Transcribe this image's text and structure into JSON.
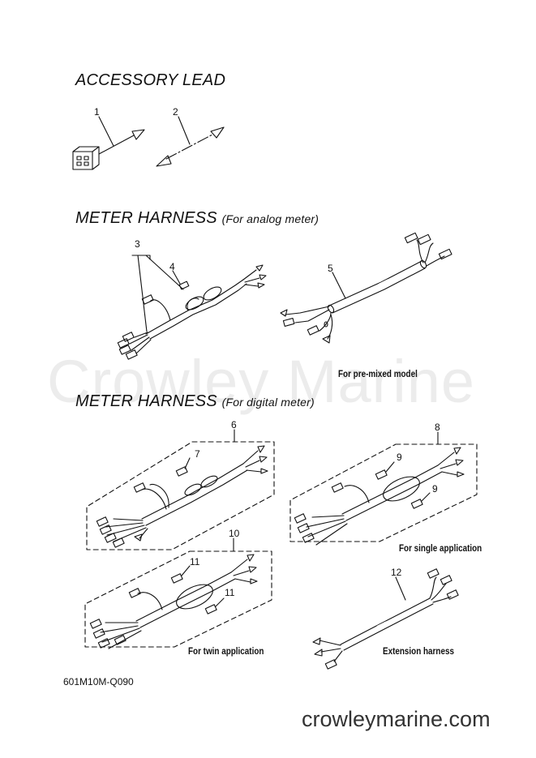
{
  "sections": {
    "accessory": "ACCESSORY LEAD",
    "analog_main": "METER HARNESS",
    "analog_sub": "(For analog meter)",
    "digital_main": "METER HARNESS",
    "digital_sub": "(For digital meter)"
  },
  "watermark": "Crowley Marine",
  "captions": {
    "premixed": "For pre-mixed model",
    "single": "For single application",
    "twin": "For twin application",
    "extension": "Extension harness"
  },
  "part_numbers": [
    "1",
    "2",
    "3",
    "4",
    "5",
    "6",
    "7",
    "8",
    "9",
    "9",
    "10",
    "11",
    "11",
    "12"
  ],
  "diagram_code": "601M10M-Q090",
  "website": "crowleymarine.com"
}
